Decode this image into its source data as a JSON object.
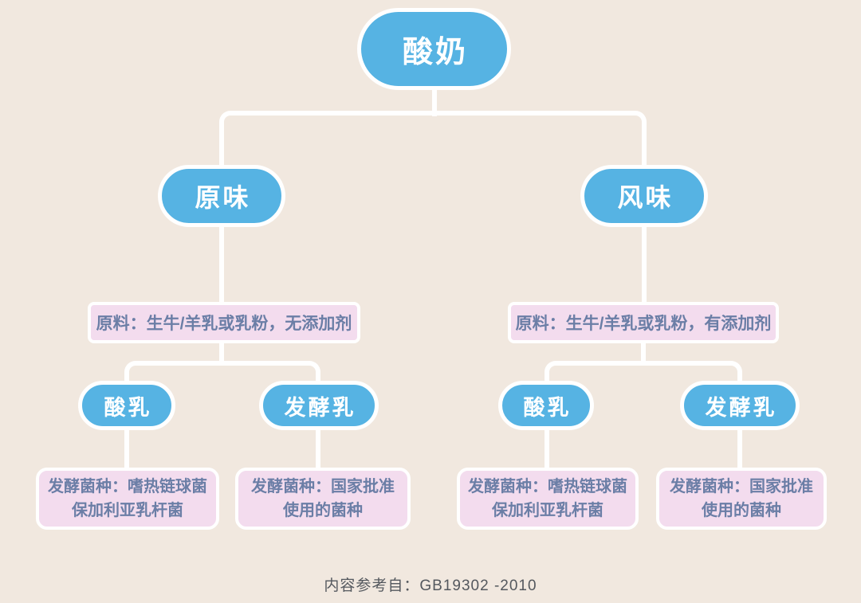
{
  "root": {
    "label": "酸奶"
  },
  "branches": [
    {
      "label": "原味",
      "material": "原料：生牛/羊乳或乳粉，无添加剂",
      "children": [
        {
          "label": "酸乳",
          "note": [
            "发酵菌种：嗜热链球菌",
            "保加利亚乳杆菌"
          ]
        },
        {
          "label": "发酵乳",
          "note": [
            "发酵菌种：国家批准",
            "使用的菌种"
          ]
        }
      ]
    },
    {
      "label": "风味",
      "material": "原料：生牛/羊乳或乳粉，有添加剂",
      "children": [
        {
          "label": "酸乳",
          "note": [
            "发酵菌种：嗜热链球菌",
            "保加利亚乳杆菌"
          ]
        },
        {
          "label": "发酵乳",
          "note": [
            "发酵菌种：国家批准",
            "使用的菌种"
          ]
        }
      ]
    }
  ],
  "footer": {
    "text": "内容参考自：GB19302 -2010"
  },
  "colors": {
    "background": "#f1e8df",
    "node_blue": "#56b3e3",
    "box_pink": "#f3dcee",
    "box_text": "#6b7ea6",
    "connector": "#ffffff",
    "footer_text": "#54585e"
  }
}
